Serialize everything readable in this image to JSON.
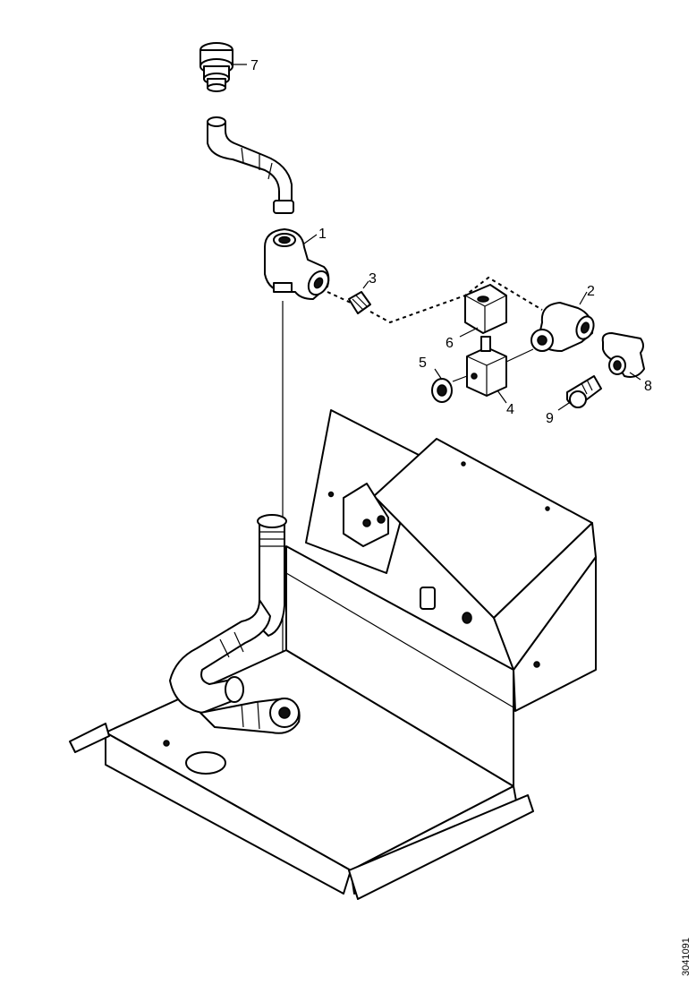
{
  "callouts": {
    "c1": "1",
    "c2": "2",
    "c3": "3",
    "c4": "4",
    "c5": "5",
    "c6": "6",
    "c7": "7",
    "c8": "8",
    "c9": "9"
  },
  "drawing_code": "3041091"
}
